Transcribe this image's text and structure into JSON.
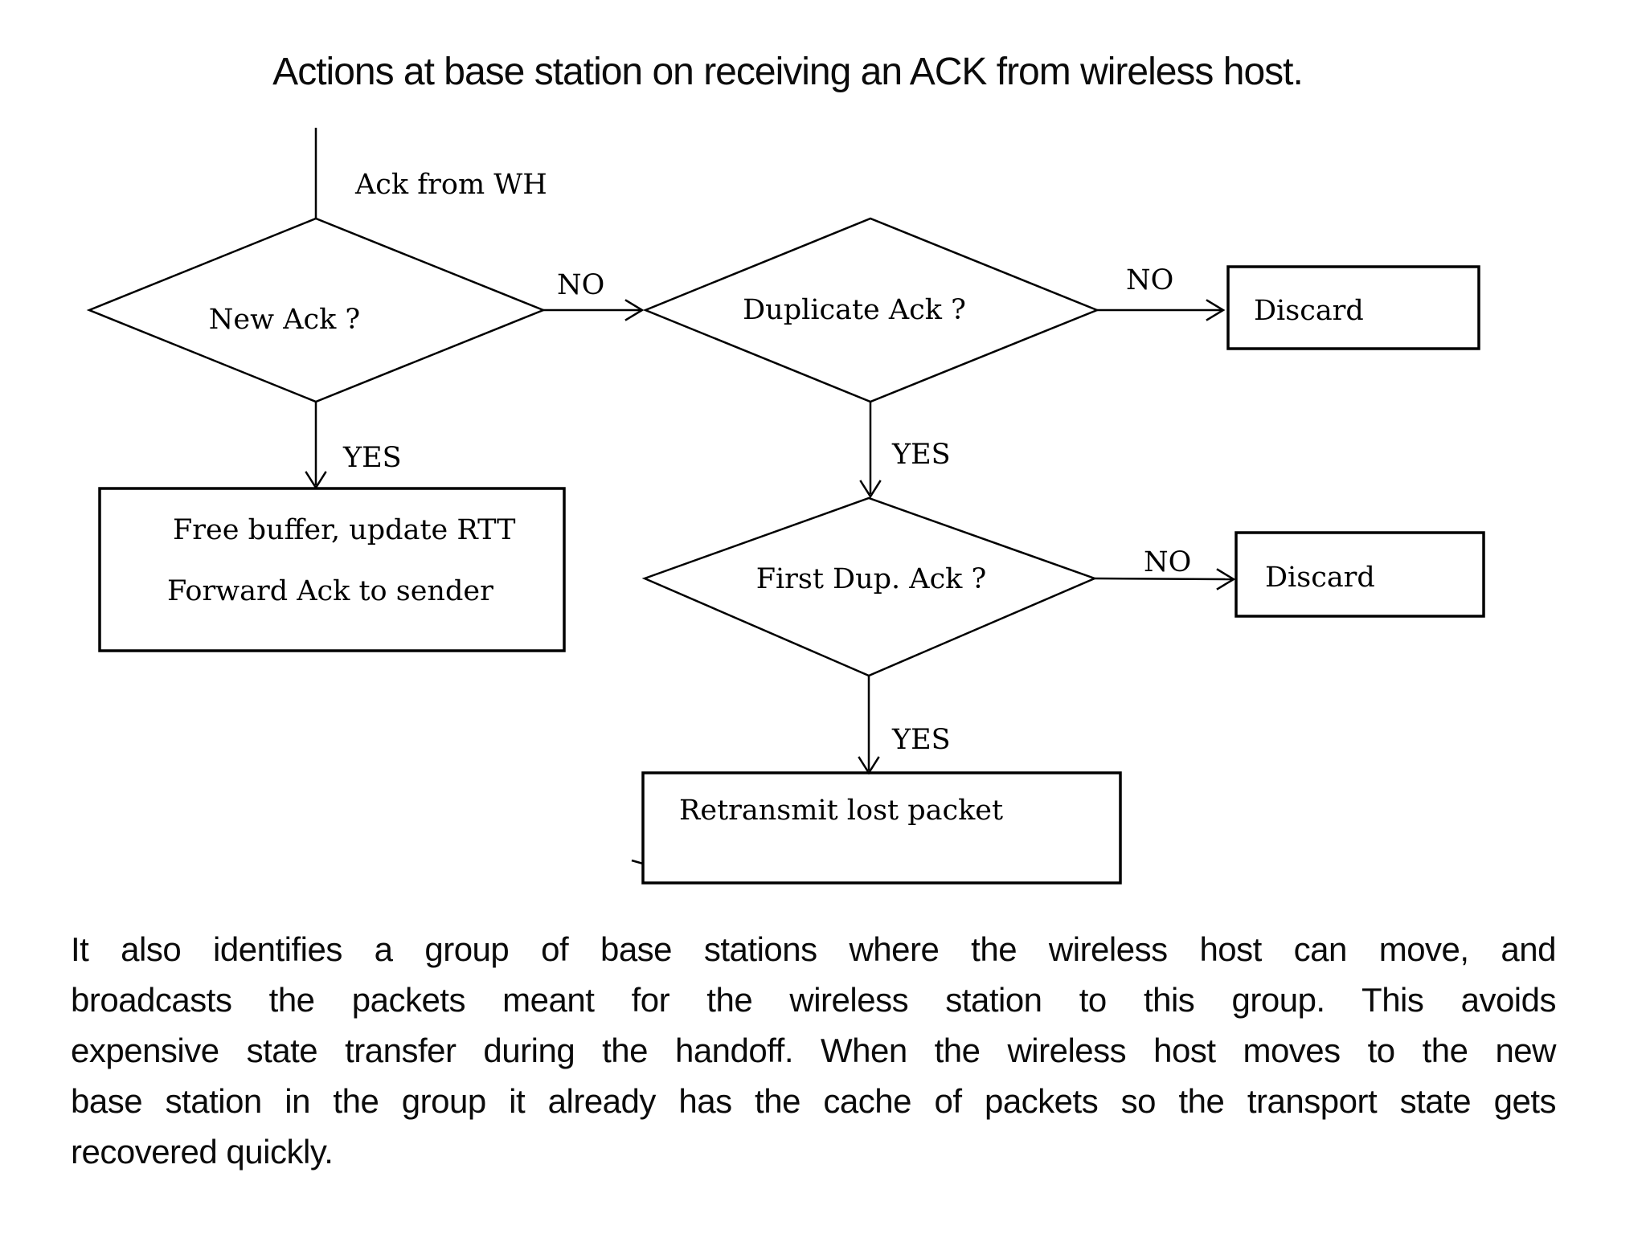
{
  "title": "Actions at base station on receiving an ACK from wireless host.",
  "flowchart": {
    "entry_label": "Ack from WH",
    "nodes": {
      "new_ack": "New Ack ?",
      "duplicate_ack": "Duplicate Ack ?",
      "first_dup_ack": "First Dup. Ack ?",
      "free_buffer_line1": "Free buffer, update RTT",
      "free_buffer_line2": "Forward Ack to sender",
      "discard_top": "Discard",
      "discard_mid": "Discard",
      "retransmit": "Retransmit lost packet"
    },
    "edge_labels": {
      "no1": "NO",
      "no2": "NO",
      "no3": "NO",
      "yes1": "YES",
      "yes2": "YES",
      "yes3": "YES"
    }
  },
  "paragraph": {
    "lines": [
      "It also identifies a group of base stations where the wireless host can move, and",
      "broadcasts the packets meant for the wireless station to this group. This avoids",
      "expensive state transfer during the handoff. When the wireless host moves to the new",
      "base station in the group it already has the cache of packets so the transport state gets",
      "recovered quickly."
    ]
  },
  "colors": {
    "ink": "#000000",
    "background": "#ffffff"
  }
}
